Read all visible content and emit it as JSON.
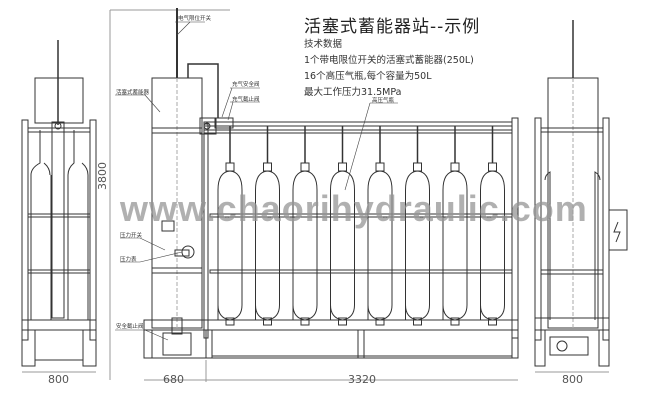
{
  "title": "活塞式蓄能器站--示例",
  "specs": {
    "heading": "技术数据",
    "line1": "1个带电限位开关的活塞式蓄能器(250L)",
    "line2": "16个高压气瓶,每个容量为50L",
    "line3": "最大工作压力31.5MPa"
  },
  "labels": {
    "limit_switch": "电气限位开关",
    "piston_accumulator": "活塞式蓄能器",
    "gas_safety_valve": "充气安全阀",
    "gas_shutoff_valve": "充气截止阀",
    "high_pressure_bottle": "高压气瓶",
    "pressure_switch": "压力开关",
    "pressure_gauge": "压力表",
    "safety_stop_valve": "安全截止阀"
  },
  "dimensions": {
    "height": "3800",
    "left_width": "800",
    "accumulator_width": "680",
    "rack_length": "3320",
    "right_width": "800"
  },
  "watermark": "www.chaorihydraulic.com",
  "bottle_count_front": 8
}
